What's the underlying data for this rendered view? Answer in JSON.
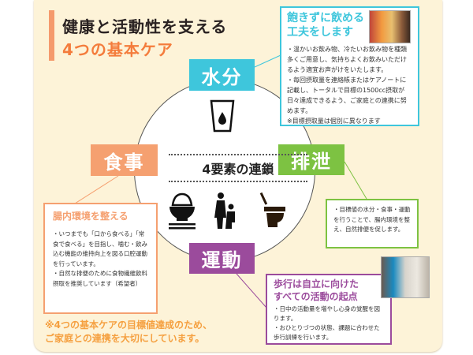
{
  "title": {
    "line1": "健康と活動性を支える",
    "line2": "4つの基本ケア"
  },
  "center": {
    "label": "4要素の連鎖",
    "icons": [
      "cup-water-icon",
      "rice-bowl-icon",
      "caregiver-icon",
      "toilet-icon"
    ]
  },
  "elements": {
    "water": {
      "label": "水分",
      "color": "#3ec6dc",
      "heading": [
        "飽きずに飲める",
        "工夫をします"
      ],
      "body": [
        "・温かいお飲み物、冷たいお飲み物を種類多くご用意し、気持ちよくお飲みいただけるよう適宜お声がけをいたします。",
        "・毎回摂取量を連絡帳またはケアノートに記載し、トータルで目標の1500cc摂取が日々達成できるよう、ご家庭との連携に努めます。",
        "※目標摂取量は個別に異なります"
      ]
    },
    "meal": {
      "label": "食事",
      "color": "#f5a070",
      "heading": "腸内環境を整える",
      "body": [
        "・いつまでも「口から食べる」「常食で食べる」を目指し、噛む・飲み込む機能の維持向上を図る口腔運動を行っています。",
        "・自然な排便のために食物繊維飲料摂取を推奨しています（希望者）"
      ]
    },
    "excretion": {
      "label": "排泄",
      "color": "#7dc242",
      "body": [
        "・目標値の水分・食事・運動を行うことで、腸内環境を整え、自然排便を促します。"
      ]
    },
    "exercise": {
      "label": "運動",
      "color": "#9b4b9c",
      "heading": [
        "歩行は自立に向けた",
        "すべての活動の起点"
      ],
      "body": [
        "・日中の活動量を増やし心身の覚醒を図ります。",
        "・おひとりづつの状態、課題に合わせた歩行訓練を行います。"
      ]
    }
  },
  "footer": [
    "※4つの基本ケアの目標値達成のため、",
    "ご家庭との連携を大切にしています。"
  ]
}
